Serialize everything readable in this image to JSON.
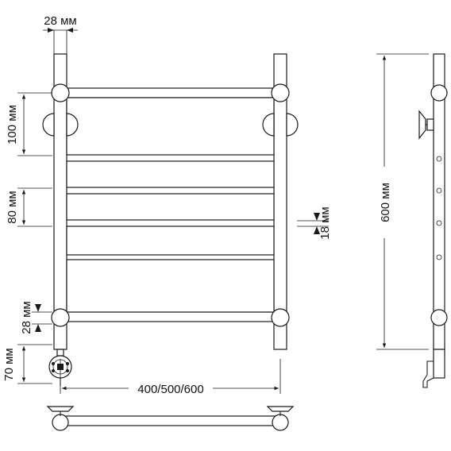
{
  "labels": {
    "pipe_diameter": "28 мм",
    "top_spacing": "100 мм",
    "rung_spacing": "80 мм",
    "rung_thickness": "18 мм",
    "bottom_pipe": "28 мм",
    "connection_height": "70 мм",
    "width": "400/500/600",
    "height": "600 мм"
  }
}
